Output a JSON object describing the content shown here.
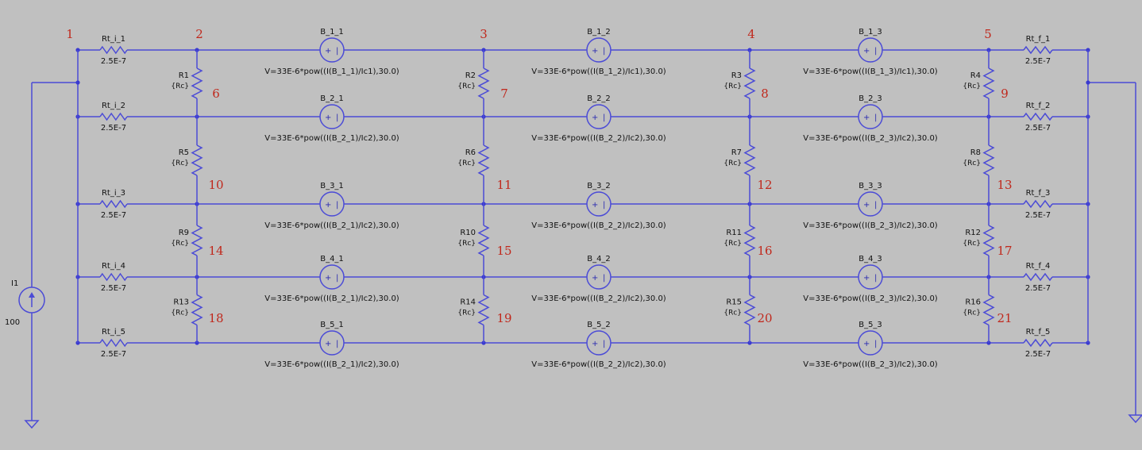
{
  "source": {
    "name": "I1",
    "value": "100"
  },
  "rows": [
    {
      "rti": "Rt_i_1",
      "rtf": "Rt_f_1",
      "sources": [
        {
          "name": "B_1_1",
          "expr": "V=33E-6*pow((I(B_1_1)/Ic1),30.0)"
        },
        {
          "name": "B_1_2",
          "expr": "V=33E-6*pow((I(B_1_2)/Ic1),30.0)"
        },
        {
          "name": "B_1_3",
          "expr": "V=33E-6*pow((I(B_1_3)/Ic1),30.0)"
        }
      ]
    },
    {
      "rti": "Rt_i_2",
      "rtf": "Rt_f_2",
      "sources": [
        {
          "name": "B_2_1",
          "expr": "V=33E-6*pow((I(B_2_1)/Ic2),30.0)"
        },
        {
          "name": "B_2_2",
          "expr": "V=33E-6*pow((I(B_2_2)/Ic2),30.0)"
        },
        {
          "name": "B_2_3",
          "expr": "V=33E-6*pow((I(B_2_3)/Ic2),30.0)"
        }
      ]
    },
    {
      "rti": "Rt_i_3",
      "rtf": "Rt_f_3",
      "sources": [
        {
          "name": "B_3_1",
          "expr": "V=33E-6*pow((I(B_2_1)/Ic2),30.0)"
        },
        {
          "name": "B_3_2",
          "expr": "V=33E-6*pow((I(B_2_2)/Ic2),30.0)"
        },
        {
          "name": "B_3_3",
          "expr": "V=33E-6*pow((I(B_2_3)/Ic2),30.0)"
        }
      ]
    },
    {
      "rti": "Rt_i_4",
      "rtf": "Rt_f_4",
      "sources": [
        {
          "name": "B_4_1",
          "expr": "V=33E-6*pow((I(B_2_1)/Ic2),30.0)"
        },
        {
          "name": "B_4_2",
          "expr": "V=33E-6*pow((I(B_2_2)/Ic2),30.0)"
        },
        {
          "name": "B_4_3",
          "expr": "V=33E-6*pow((I(B_2_3)/Ic2),30.0)"
        }
      ]
    },
    {
      "rti": "Rt_i_5",
      "rtf": "Rt_f_5",
      "sources": [
        {
          "name": "B_5_1",
          "expr": "V=33E-6*pow((I(B_2_1)/Ic2),30.0)"
        },
        {
          "name": "B_5_2",
          "expr": "V=33E-6*pow((I(B_2_2)/Ic2),30.0)"
        },
        {
          "name": "B_5_3",
          "expr": "V=33E-6*pow((I(B_2_3)/Ic2),30.0)"
        }
      ]
    }
  ],
  "terminal_value": "2.5E-7",
  "ladder_value": "{Rc}",
  "ladder_resistors": [
    [
      "R1",
      "R2",
      "R3",
      "R4"
    ],
    [
      "R5",
      "R6",
      "R7",
      "R8"
    ],
    [
      "R9",
      "R10",
      "R11",
      "R12"
    ],
    [
      "R13",
      "R14",
      "R15",
      "R16"
    ]
  ],
  "node_numbers": [
    [
      "1",
      "2",
      "3",
      "4",
      "5"
    ],
    [
      "6",
      "7",
      "8",
      "9"
    ],
    [
      "10",
      "11",
      "12",
      "13"
    ],
    [
      "14",
      "15",
      "16",
      "17"
    ],
    [
      "18",
      "19",
      "20",
      "21"
    ]
  ],
  "colors": {
    "background": "#c0c0c0",
    "wire": "#4b4bd6",
    "node_label": "#c0281c",
    "text": "#111111"
  }
}
